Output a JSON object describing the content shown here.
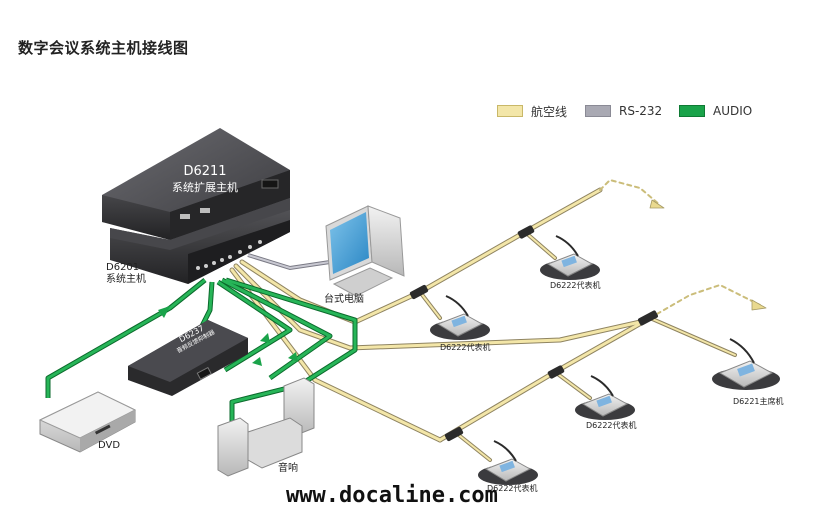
{
  "title": "数字会议系统主机接线图",
  "legend": [
    {
      "label": "航空线",
      "color": "#f3e6a8"
    },
    {
      "label": "RS-232",
      "color": "#a9a9b3"
    },
    {
      "label": "AUDIO",
      "color": "#1aa34a"
    }
  ],
  "devices": {
    "d6211_model": "D6211",
    "d6211_name": "系统扩展主机",
    "d6201_model": "D6201",
    "d6201_name": "系统主机",
    "pc": "台式电脑",
    "d6237_model": "D6237",
    "d6237_name": "音频反馈抑制器",
    "dvd": "DVD",
    "speaker": "音响",
    "delegate_1": "D6222代表机",
    "delegate_2": "D6222代表机",
    "delegate_3": "D6222代表机",
    "delegate_4": "D6222代表机",
    "chairman": "D6221主席机"
  },
  "colors": {
    "aviation_cable": "#efe2a2",
    "rs232_cable": "#b3b3bd",
    "audio_cable": "#1aa34a",
    "device_dark": "#2c2c2e"
  },
  "watermark": "www.docaline.com"
}
